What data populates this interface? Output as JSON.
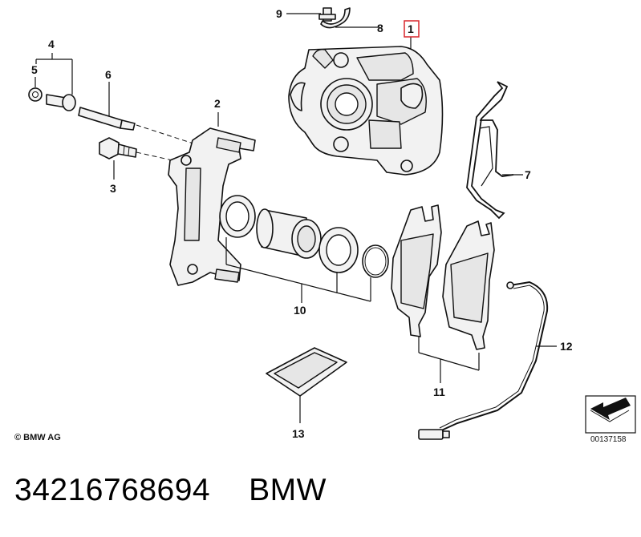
{
  "callouts": {
    "p1": "1",
    "p2": "2",
    "p3": "3",
    "p4": "4",
    "p5": "5",
    "p6": "6",
    "p7": "7",
    "p8": "8",
    "p9": "9",
    "p10": "10",
    "p11": "11",
    "p12": "12",
    "p13": "13"
  },
  "highlight_color": "#d9262c",
  "copyright": "© BMW AG",
  "diagram_ref": "00137158",
  "footer": {
    "part_number": "34216768694",
    "brand": "BMW"
  }
}
